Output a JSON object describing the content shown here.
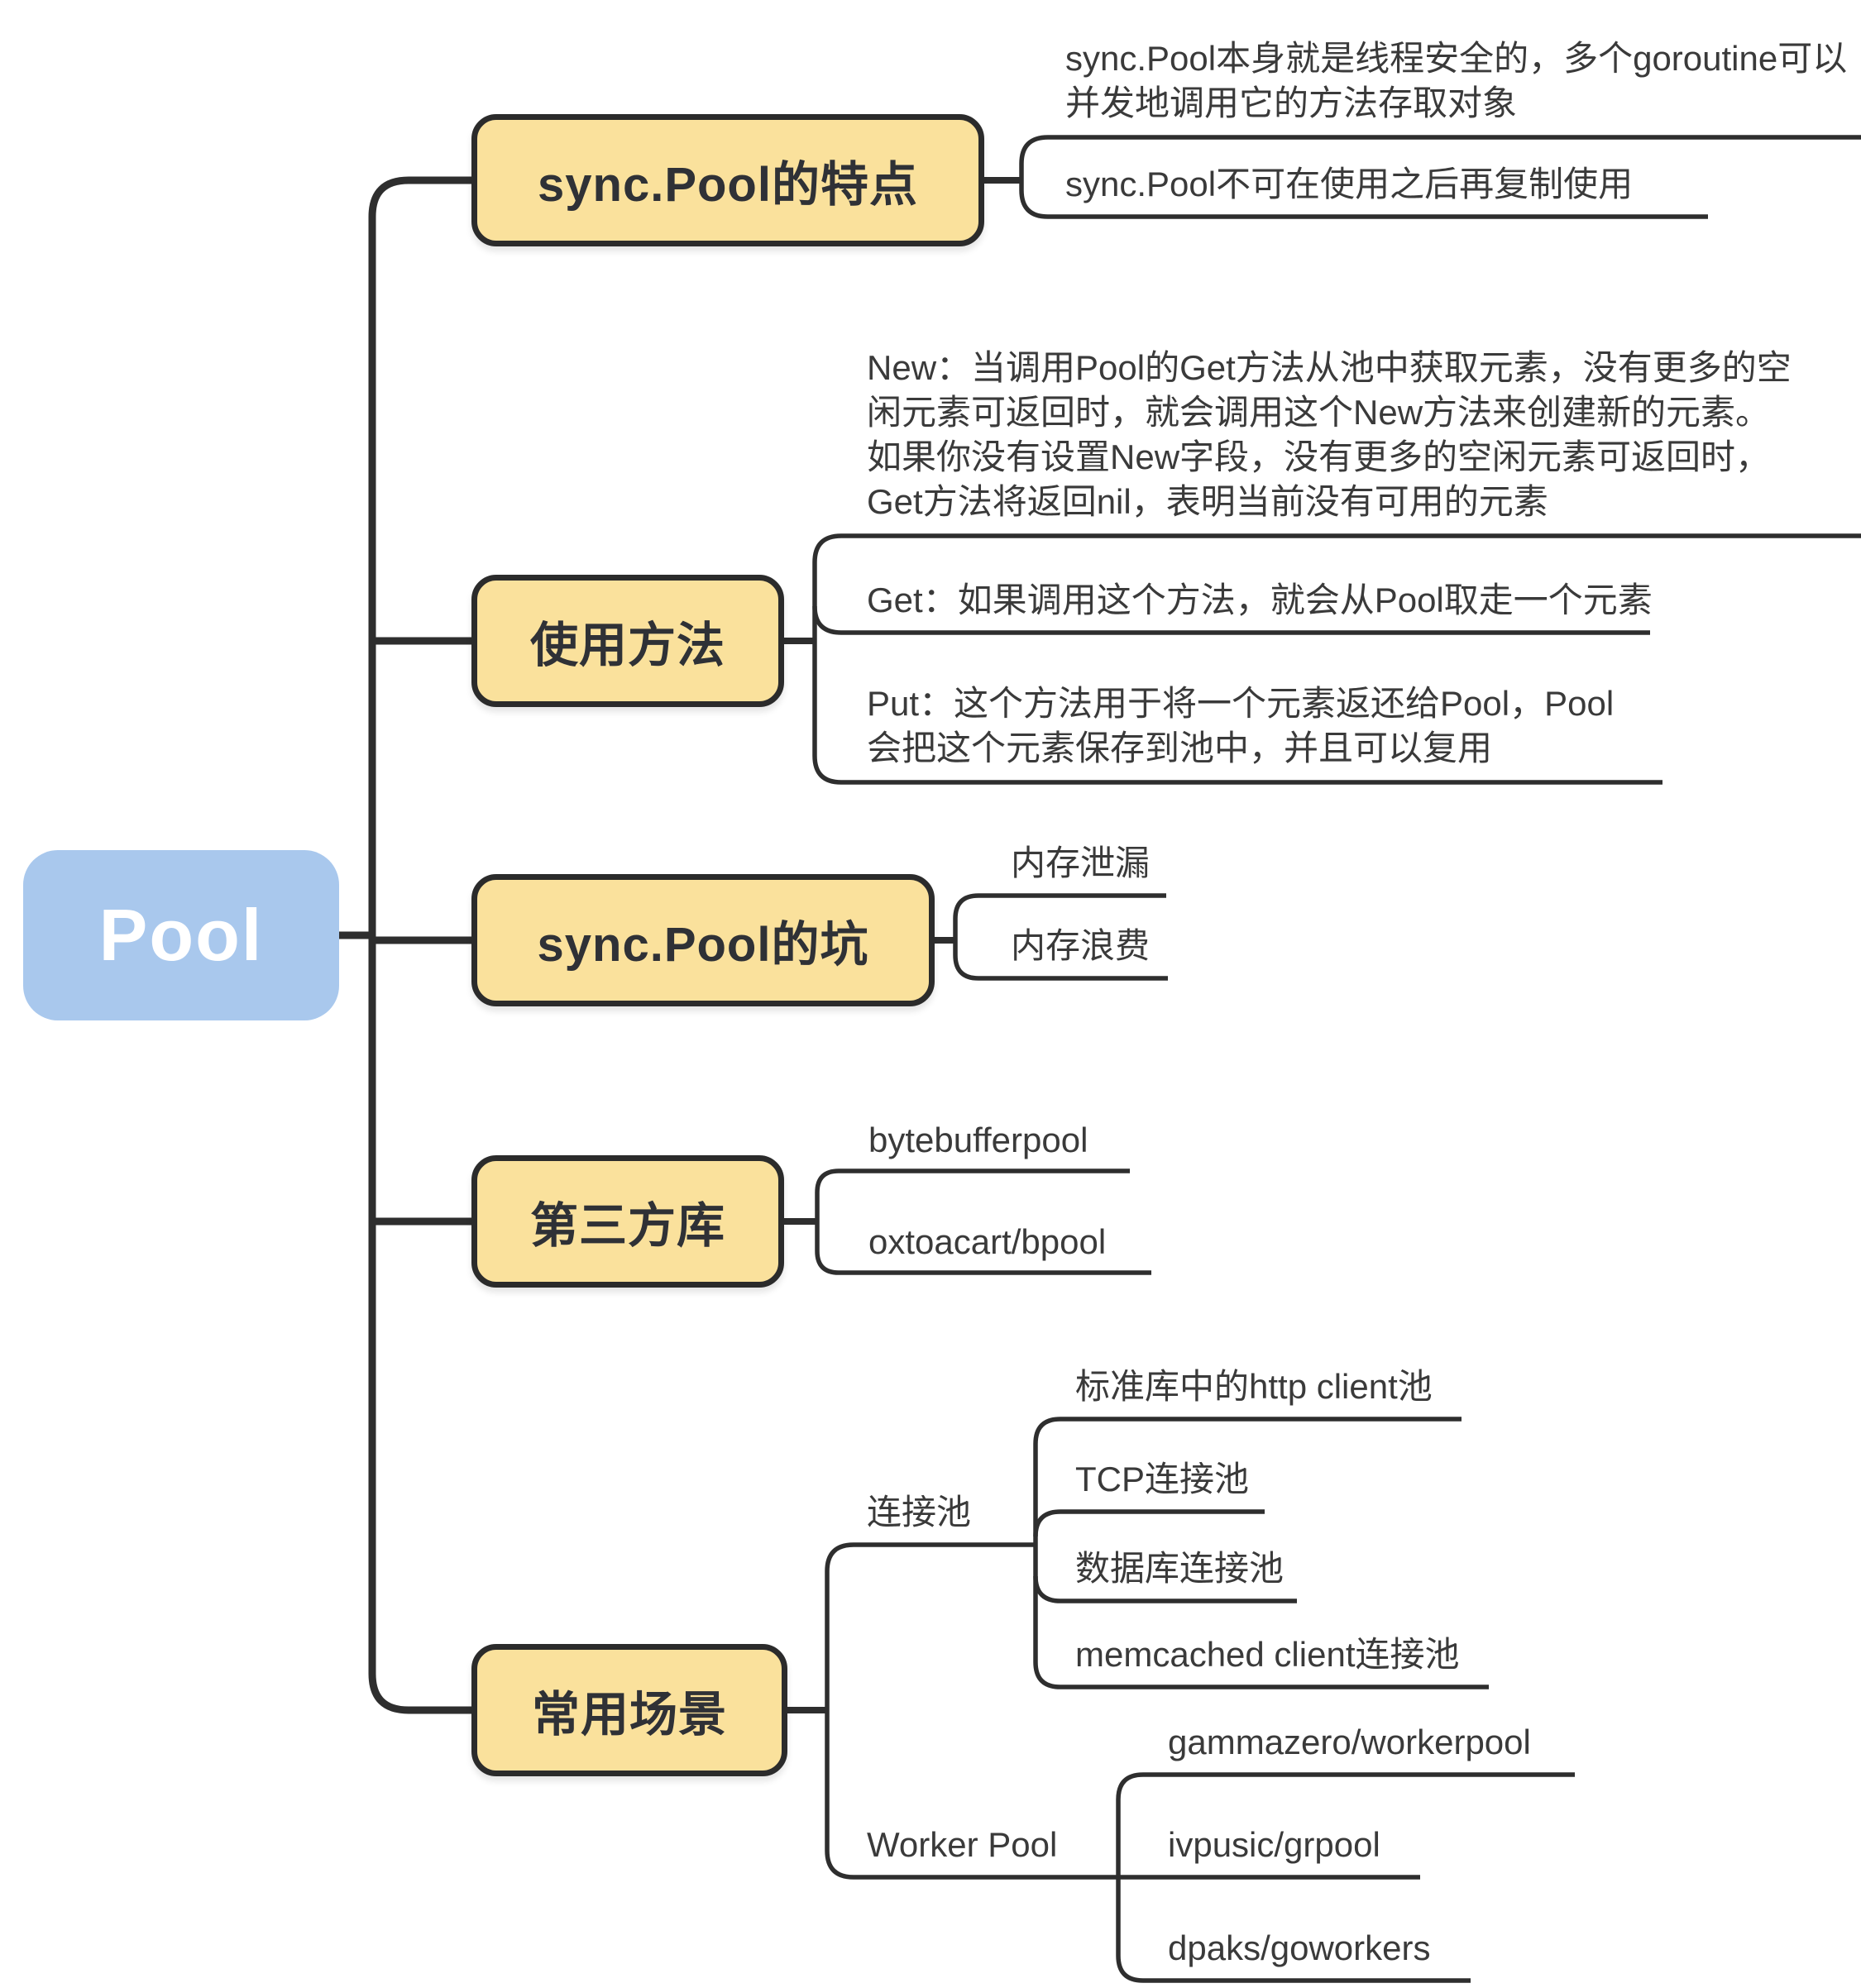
{
  "root": {
    "label": "Pool"
  },
  "palette": {
    "root_bg": "#A9C8ED",
    "root_text": "#FFFFFF",
    "branch_bg": "#FAE19C",
    "branch_border": "#2B2B2B",
    "line_color": "#2E2E2E",
    "leaf_text": "#3A3A3A",
    "canvas_bg": "#FFFFFF"
  },
  "branches": [
    {
      "label": "sync.Pool的特点",
      "leaves": [
        {
          "text": "sync.Pool本身就是线程安全的，多个goroutine可以并发地调用它的方法存取对象"
        },
        {
          "text": "sync.Pool不可在使用之后再复制使用"
        }
      ]
    },
    {
      "label": "使用方法",
      "leaves": [
        {
          "text": "New：当调用Pool的Get方法从池中获取元素，没有更多的空闲元素可返回时，就会调用这个New方法来创建新的元素。如果你没有设置New字段，没有更多的空闲元素可返回时，Get方法将返回nil，表明当前没有可用的元素"
        },
        {
          "text": "Get：如果调用这个方法，就会从Pool取走一个元素"
        },
        {
          "text": "Put：这个方法用于将一个元素返还给Pool，Pool会把这个元素保存到池中，并且可以复用"
        }
      ]
    },
    {
      "label": "sync.Pool的坑",
      "leaves": [
        {
          "text": "内存泄漏"
        },
        {
          "text": "内存浪费"
        }
      ]
    },
    {
      "label": "第三方库",
      "leaves": [
        {
          "text": "bytebufferpool"
        },
        {
          "text": "oxtoacart/bpool"
        }
      ]
    },
    {
      "label": "常用场景",
      "groups": [
        {
          "label": "连接池",
          "leaves": [
            {
              "text": "标准库中的http client池"
            },
            {
              "text": "TCP连接池"
            },
            {
              "text": "数据库连接池"
            },
            {
              "text": "memcached client连接池"
            }
          ]
        },
        {
          "label": "Worker Pool",
          "leaves": [
            {
              "text": "gammazero/workerpool"
            },
            {
              "text": "ivpusic/grpool"
            },
            {
              "text": "dpaks/goworkers"
            }
          ]
        }
      ]
    }
  ]
}
